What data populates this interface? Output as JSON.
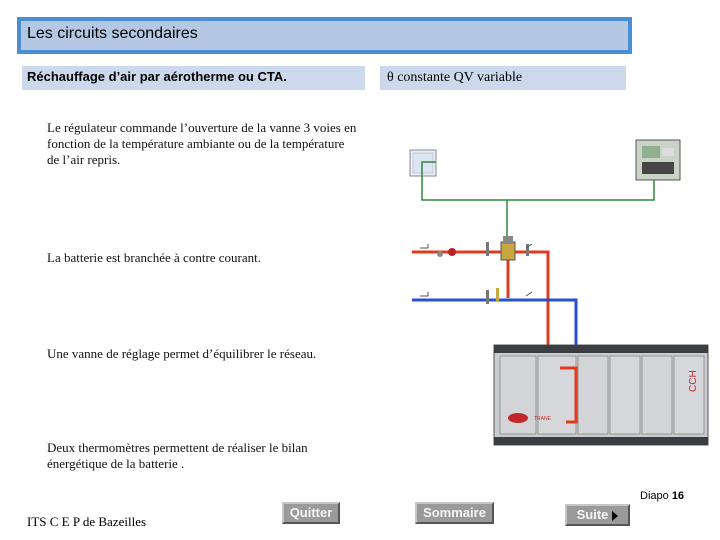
{
  "slide": {
    "title": "Les circuits secondaires",
    "subtitle_left": "Réchauffage d’air par aérotherme ou CTA.",
    "subtitle_right": "θ constante QV variable",
    "paragraphs": [
      "Le régulateur commande l’ouverture de la vanne 3 voies en fonction de la température ambiante ou de  la température de l’air repris.",
      "La batterie est branchée à contre courant.",
      "Une vanne de réglage permet d’équilibrer le réseau.",
      "Deux thermomètres permettent de réaliser le bilan énergétique de la batterie ."
    ],
    "diapo_label": "Diapo",
    "diapo_number": "16",
    "footer": "ITS C E P de Bazeilles"
  },
  "nav": {
    "quit_label": "Quitter",
    "summary_label": "Sommaire",
    "next_label": "Suite"
  },
  "diagram": {
    "unit_label": "CCH",
    "brand_label": "TRANE"
  },
  "colors": {
    "title_bg": "#b4c8e4",
    "title_border": "#4a8ed6",
    "subtitle_bg": "#ccd9ec",
    "hot_pipe": "#e03a1e",
    "cold_pipe": "#2a4fd0",
    "control_wire": "#2e8a3a"
  }
}
